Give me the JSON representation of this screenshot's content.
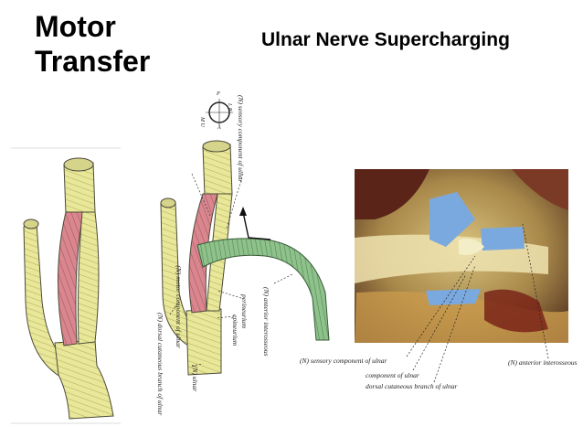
{
  "title_line1": "Motor",
  "title_line2": "Transfer",
  "subtitle": "Ulnar Nerve Supercharging",
  "diagram_labels": {
    "sensory_component": "(N) sensory component of ulnar",
    "motor_component": "(N) motor component of ulnar",
    "anterior_interosseous": "(N) anterior interosseous",
    "perineurium": "perineurium",
    "epineurium": "epineurium",
    "dorsal_cutaneous": "(N) dorsal cutaneous branch of ulnar",
    "ulnar": "(N) ulnar",
    "compass": {
      "top": "P",
      "right": "L R",
      "left": "M U",
      "bottom": "A"
    }
  },
  "photo_labels": {
    "sensory_component": "(N) sensory component of ulnar",
    "motor_component": "component of ulnar",
    "dorsal_cutaneous": "dorsal cutaneous branch of ulnar",
    "anterior_interosseous": "(N) anterior interosseous"
  },
  "colors": {
    "nerve_yellow": "#e9e89a",
    "nerve_red": "#d9868f",
    "nerve_green": "#8fc18c",
    "outline": "#4b4b3a"
  }
}
